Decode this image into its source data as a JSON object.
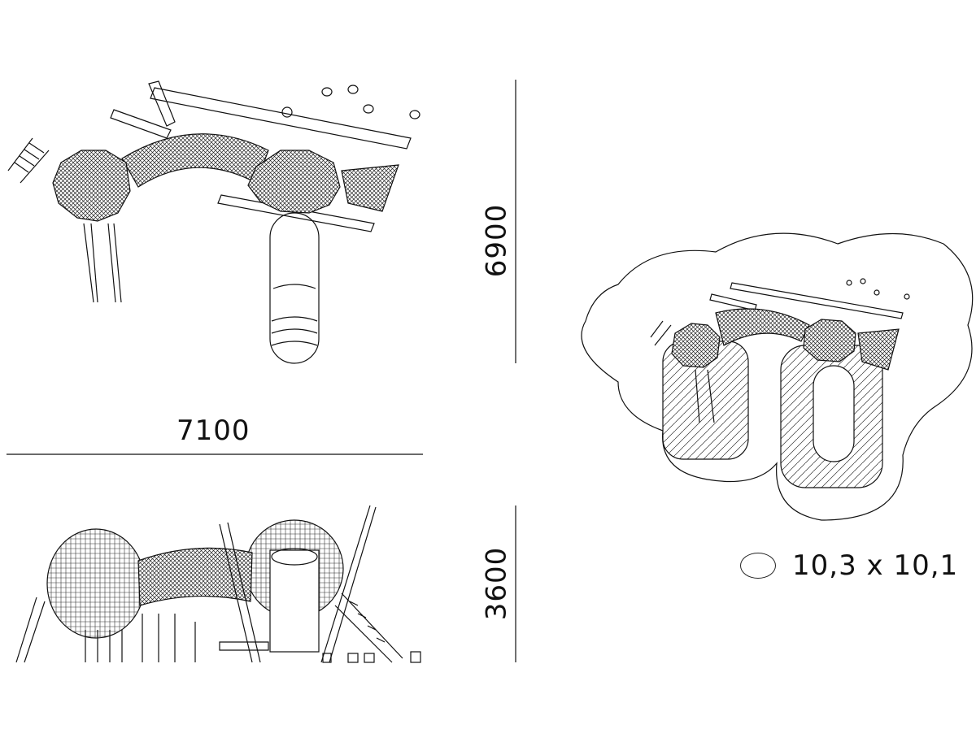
{
  "dimensions": {
    "width_label": "7100",
    "depth_label": "6900",
    "height_label": "3600"
  },
  "legend": {
    "symbol": "stepping-post-ellipse",
    "text": "10,3 x 10,1"
  },
  "colors": {
    "line": "#111111",
    "background": "#ffffff"
  }
}
